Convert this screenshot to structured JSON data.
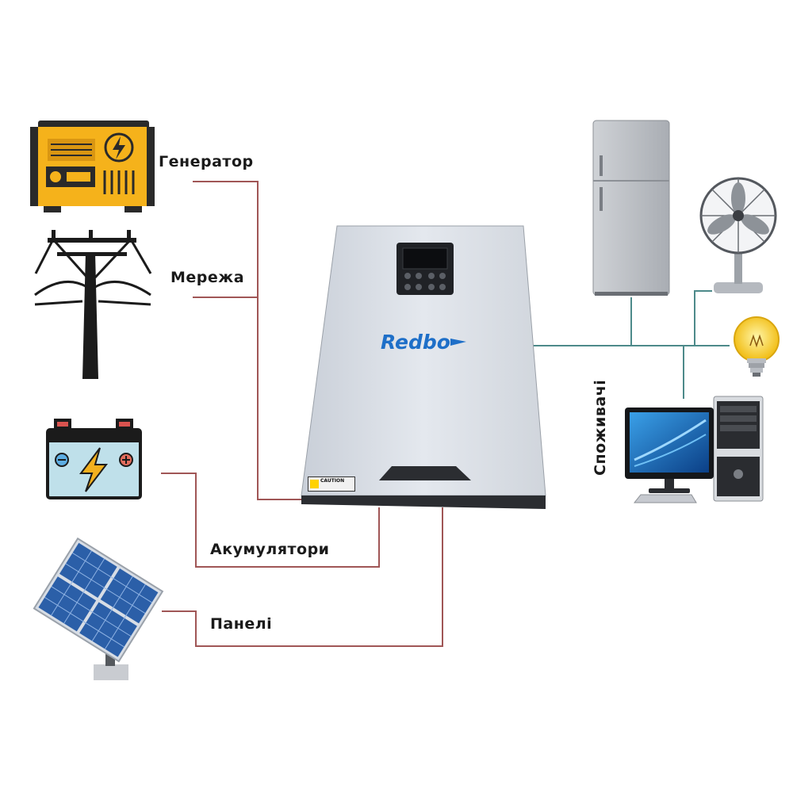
{
  "labels": {
    "generator": "Генератор",
    "grid": "Мережа",
    "battery": "Акумулятори",
    "panels": "Панелі",
    "consumers": "Споживачі"
  },
  "inverter": {
    "brand": "Redbo",
    "warning_label": "CAUTION"
  },
  "colors": {
    "input_line": "#a05656",
    "output_line": "#4d8a8a",
    "generator_body": "#f5b21b",
    "brand_blue": "#1e6fc8"
  },
  "icons": [
    "generator-icon",
    "power-pole-icon",
    "battery-icon",
    "solar-panel-icon",
    "refrigerator-icon",
    "fan-icon",
    "light-bulb-icon",
    "computer-icon",
    "inverter-icon"
  ]
}
